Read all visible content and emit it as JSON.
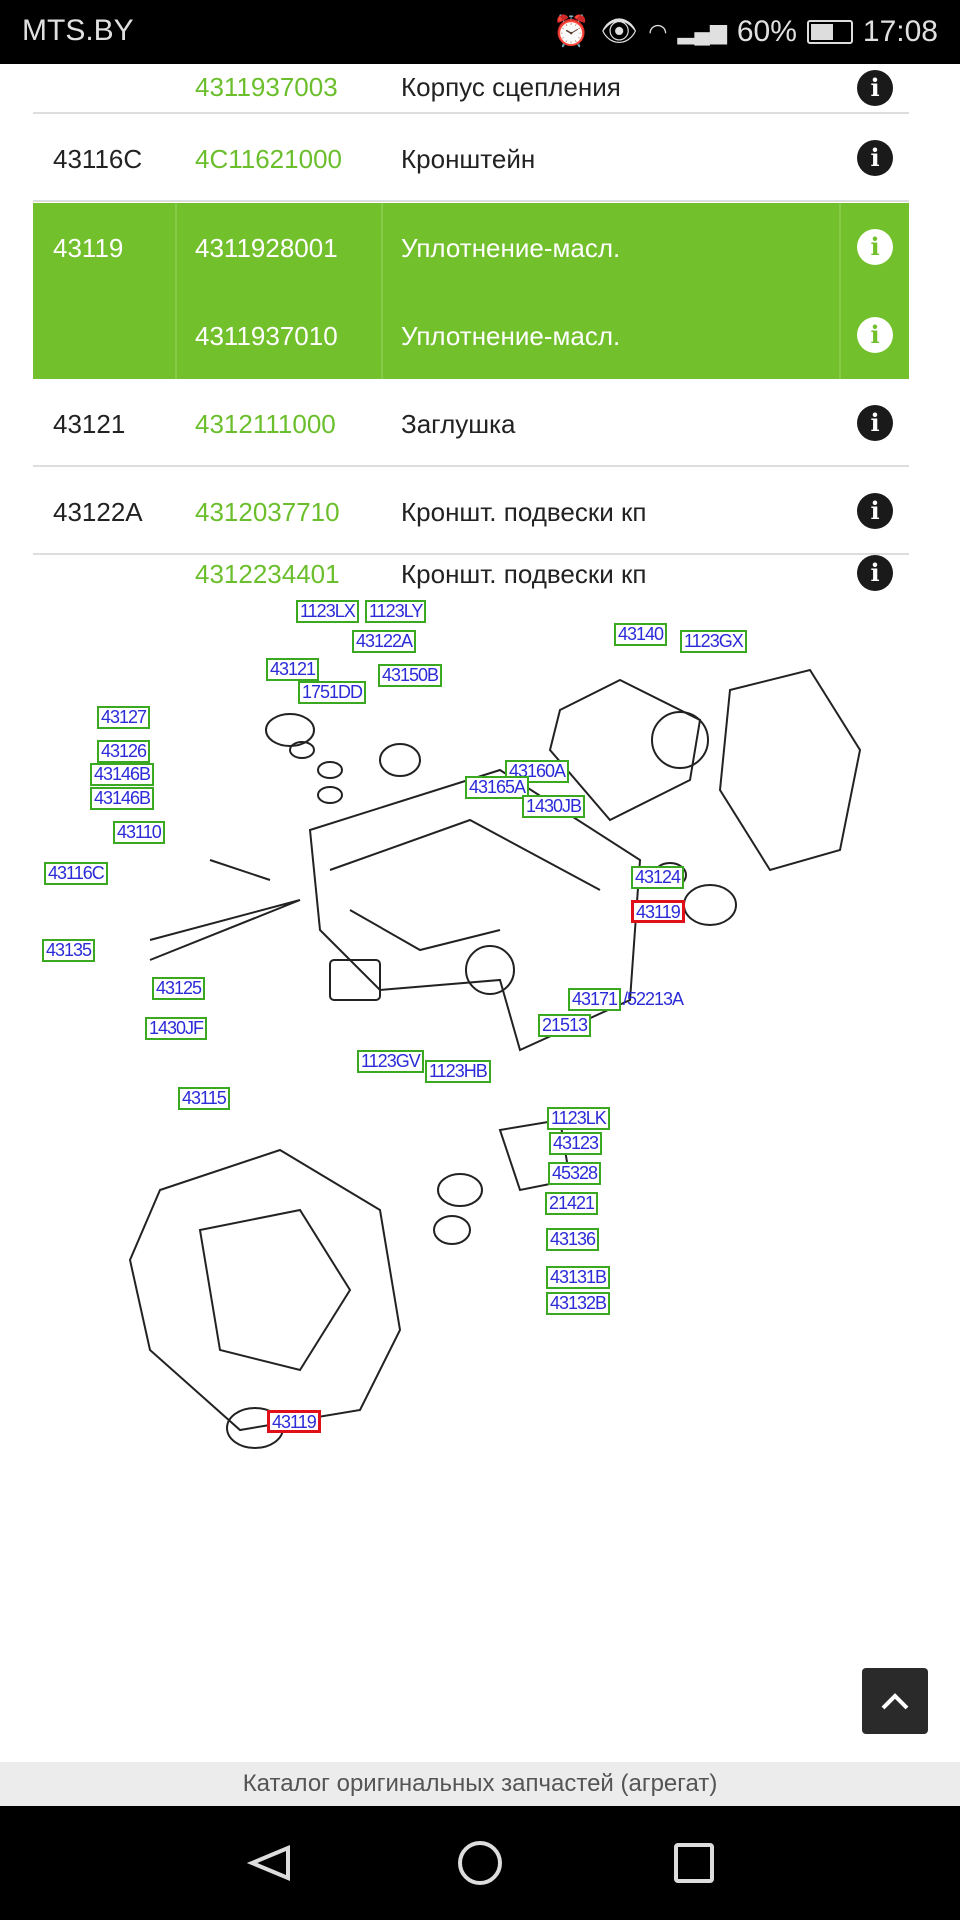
{
  "status_bar": {
    "carrier": "MTS.BY",
    "battery": "60%",
    "time": "17:08",
    "icons": [
      "alarm-icon",
      "eye-icon",
      "wifi-icon",
      "signal-icon",
      "battery-icon"
    ]
  },
  "table": {
    "rows": [
      {
        "code": "",
        "part": "4311937003",
        "name": "Корпус сцепления",
        "highlight": false
      },
      {
        "code": "43116C",
        "part": "4C11621000",
        "name": "Кронштейн",
        "highlight": false
      },
      {
        "code": "43119",
        "part": "4311928001",
        "name": "Уплотнение-масл.",
        "highlight": true
      },
      {
        "code": "",
        "part": "4311937010",
        "name": "Уплотнение-масл.",
        "highlight": true
      },
      {
        "code": "43121",
        "part": "4312111000",
        "name": "Заглушка",
        "highlight": false
      },
      {
        "code": "43122A",
        "part": "4312037710",
        "name": "Кроншт. подвески кп",
        "highlight": false
      },
      {
        "code": "",
        "part": "4312234401",
        "name": "Кроншт. подвески кп",
        "highlight": false
      }
    ]
  },
  "diagram": {
    "labels": [
      "1123LX",
      "1123LY",
      "43122A",
      "43140",
      "1123GX",
      "43121",
      "1751DD",
      "43150B",
      "43127",
      "43126",
      "43146B",
      "43146B",
      "43160A",
      "43165A",
      "1430JB",
      "43110",
      "43116C",
      "43124",
      "43119",
      "43135",
      "43125",
      "43171",
      "21513",
      "1430JF",
      "1123GV",
      "1123HB",
      "43115",
      "1123LK",
      "43123",
      "45328",
      "21421",
      "43136",
      "43131B",
      "43132B",
      "43119"
    ],
    "plain_text": "/52213A",
    "highlight_color": "#e0101a"
  },
  "caption": "Каталог оригинальных запчастей (агрегат)",
  "colors": {
    "accent": "#72c02c",
    "part_number": "#6bbf2c"
  }
}
